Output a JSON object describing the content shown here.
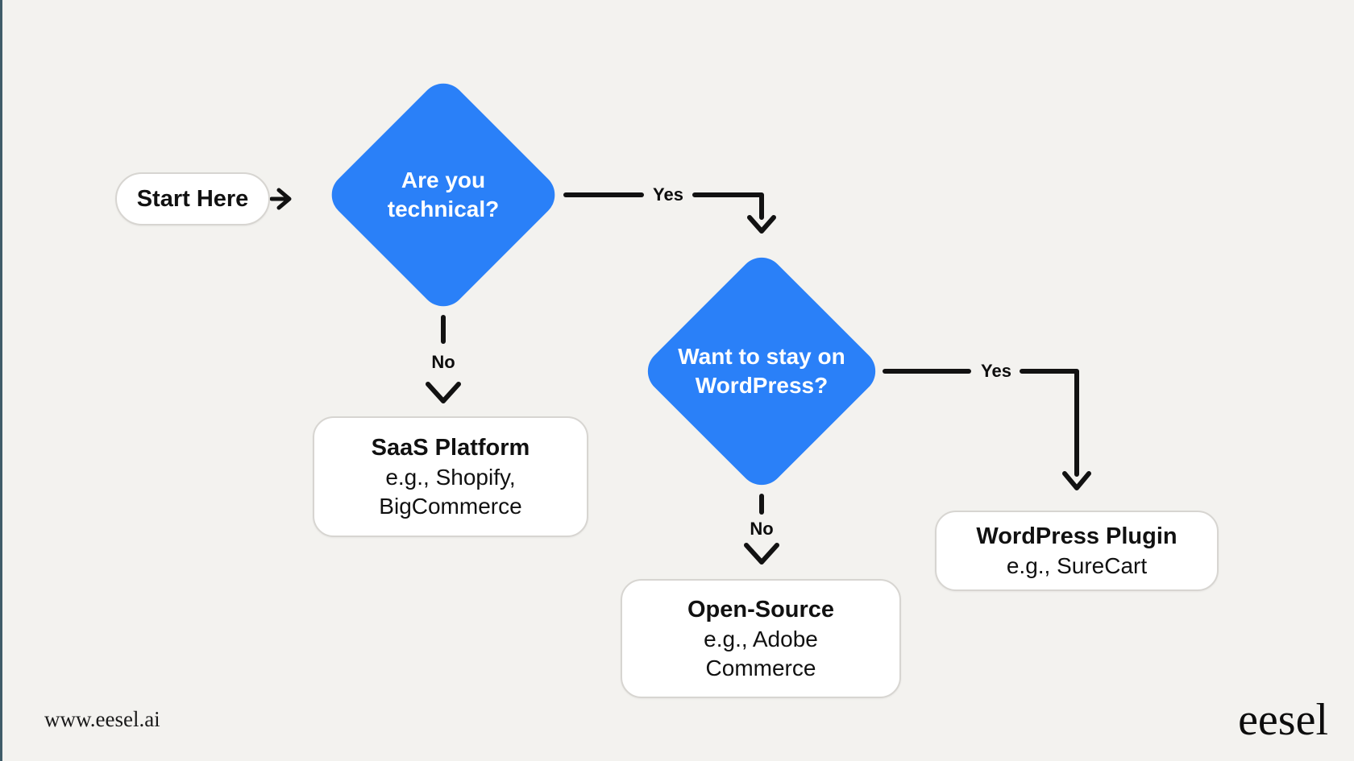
{
  "page": {
    "background_color": "#f3f2ef",
    "left_edge_bar_color": "#3f5c69"
  },
  "colors": {
    "decision_diamond": "#2a80f8",
    "connector_line": "#121212",
    "node_background": "#ffffff",
    "node_border": "#d7d5d1",
    "text": "#111111"
  },
  "flowchart": {
    "start": {
      "label": "Start Here"
    },
    "decisions": [
      {
        "id": "are-you-technical",
        "label_lines": [
          "Are you",
          "technical?"
        ]
      },
      {
        "id": "want-to-stay-on-wordpress",
        "label_lines": [
          "Want to stay on",
          "WordPress?"
        ]
      }
    ],
    "edges": {
      "yes1": "Yes",
      "no1": "No",
      "yes2": "Yes",
      "no2": "No"
    },
    "outcomes": [
      {
        "id": "saas-platform",
        "title": "SaaS Platform",
        "subtitle_lines": [
          "e.g., Shopify,",
          "BigCommerce"
        ]
      },
      {
        "id": "wordpress-plugin",
        "title": "WordPress Plugin",
        "subtitle_lines": [
          "e.g., SureCart"
        ]
      },
      {
        "id": "open-source",
        "title": "Open-Source",
        "subtitle_lines": [
          "e.g., Adobe",
          "Commerce"
        ]
      }
    ]
  },
  "footer": {
    "website": "www.eesel.ai",
    "logo": "eesel"
  }
}
